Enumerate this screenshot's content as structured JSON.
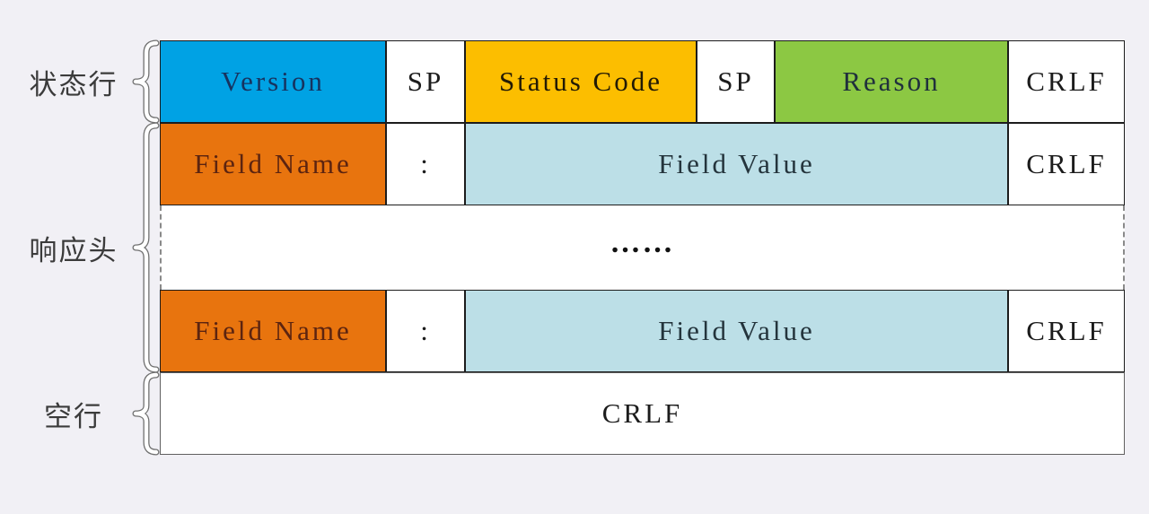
{
  "page": {
    "background": "#f1f0f5"
  },
  "colors": {
    "cell_border": "#1c1c1c",
    "empty_row_border": "#606060",
    "dashed_border": "#8a8a8a",
    "brace_outline": "#707070",
    "label_text": "#3b3b3b"
  },
  "side_labels": {
    "status_line": "状态行",
    "response_headers": "响应头",
    "empty_line": "空行"
  },
  "diagram": {
    "status_line": {
      "cells": [
        {
          "label": "Version",
          "bg": "#00a2e4",
          "fg": "#17335f"
        },
        {
          "label": "SP",
          "bg": "#ffffff",
          "fg": "#1c1c1c"
        },
        {
          "label": "Status Code",
          "bg": "#fcbe00",
          "fg": "#221a05"
        },
        {
          "label": "SP",
          "bg": "#ffffff",
          "fg": "#1c1c1c"
        },
        {
          "label": "Reason",
          "bg": "#8cc843",
          "fg": "#20303c"
        },
        {
          "label": "CRLF",
          "bg": "#ffffff",
          "fg": "#1c1c1c"
        }
      ]
    },
    "header_row_1": {
      "cells": [
        {
          "label": "Field Name",
          "bg": "#e8740e",
          "fg": "#5c2410"
        },
        {
          "label": ":",
          "bg": "#ffffff",
          "fg": "#1c1c1c"
        },
        {
          "label": "Field Value",
          "bg": "#bcdfe7",
          "fg": "#24343c"
        },
        {
          "label": "CRLF",
          "bg": "#ffffff",
          "fg": "#1c1c1c"
        }
      ]
    },
    "ellipsis_row": {
      "text": "……"
    },
    "header_row_2": {
      "cells": [
        {
          "label": "Field Name",
          "bg": "#e8740e",
          "fg": "#5c2410"
        },
        {
          "label": ":",
          "bg": "#ffffff",
          "fg": "#1c1c1c"
        },
        {
          "label": "Field Value",
          "bg": "#bcdfe7",
          "fg": "#24343c"
        },
        {
          "label": "CRLF",
          "bg": "#ffffff",
          "fg": "#1c1c1c"
        }
      ]
    },
    "empty_line_row": {
      "crlf": "CRLF"
    }
  }
}
